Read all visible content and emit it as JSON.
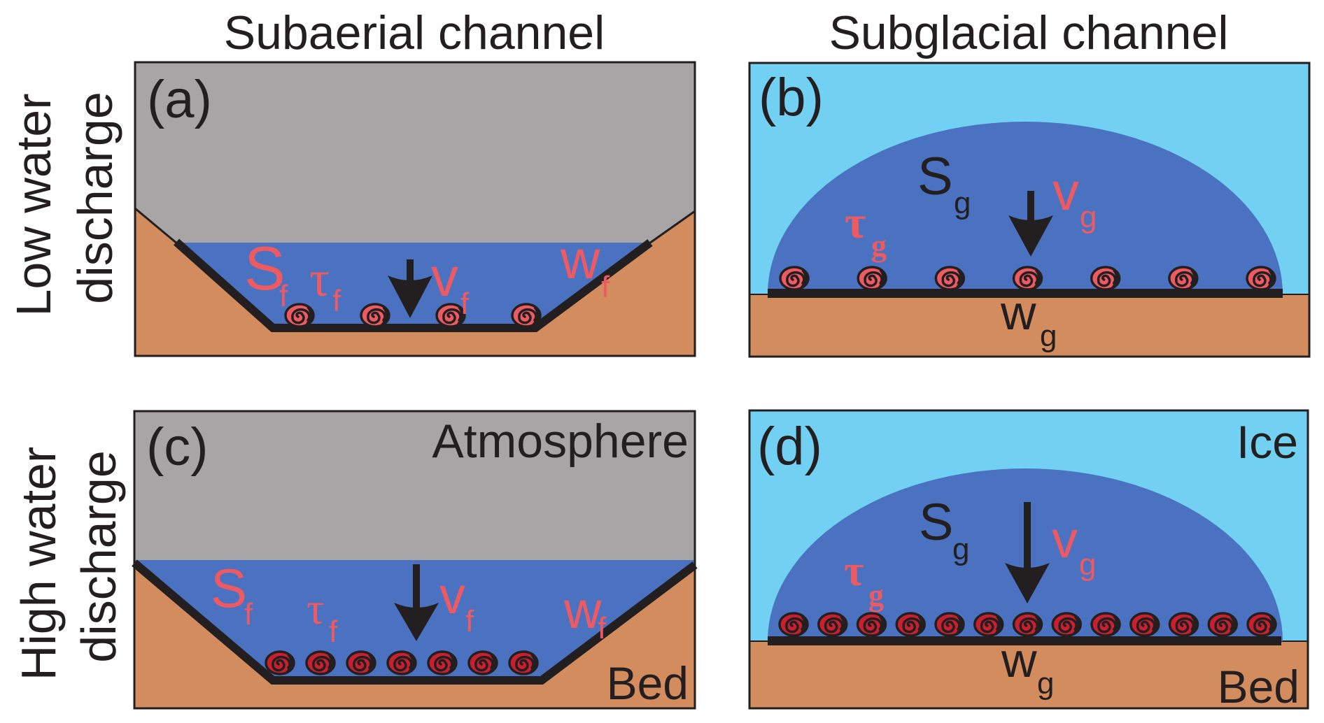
{
  "figure": {
    "column_titles": [
      "Subaerial channel",
      "Subglacial channel"
    ],
    "row_titles": [
      [
        "Low water",
        "discharge"
      ],
      [
        "High water",
        "discharge"
      ]
    ],
    "colors": {
      "atmosphere": "#A7A5A6",
      "water": "#4A72C0",
      "ice": "#72D0F2",
      "bed": "#D38C5E",
      "outline": "#231F20",
      "symbol_red": "#EE5A62",
      "symbol_black": "#231F20",
      "scroll_fill_low": "#EE5A62",
      "scroll_fill_high": "#C8202E"
    },
    "panels": [
      {
        "id": "a",
        "label": "(a)",
        "type": "subaerial",
        "discharge": "low",
        "corner_text": "",
        "bed_text": "",
        "sediment_count": 4,
        "symbols": {
          "S": {
            "main": "S",
            "sub": "f"
          },
          "tau": {
            "main": "τ",
            "sub": "f"
          },
          "v": {
            "main": "v",
            "sub": "f"
          },
          "w": {
            "main": "w",
            "sub": "f"
          }
        }
      },
      {
        "id": "b",
        "label": "(b)",
        "type": "subglacial",
        "discharge": "low",
        "corner_text": "",
        "bed_text": "",
        "sediment_count": 7,
        "symbols": {
          "S": {
            "main": "S",
            "sub": "g"
          },
          "tau": {
            "main": "τ",
            "sub": "g"
          },
          "v": {
            "main": "v",
            "sub": "g"
          },
          "w": {
            "main": "w",
            "sub": "g"
          }
        }
      },
      {
        "id": "c",
        "label": "(c)",
        "type": "subaerial",
        "discharge": "high",
        "corner_text": "Atmosphere",
        "bed_text": "Bed",
        "sediment_count": 7,
        "symbols": {
          "S": {
            "main": "S",
            "sub": "f"
          },
          "tau": {
            "main": "τ",
            "sub": "f"
          },
          "v": {
            "main": "v",
            "sub": "f"
          },
          "w": {
            "main": "w",
            "sub": "f"
          }
        }
      },
      {
        "id": "d",
        "label": "(d)",
        "type": "subglacial",
        "discharge": "high",
        "corner_text": "Ice",
        "bed_text": "Bed",
        "sediment_count": 13,
        "symbols": {
          "S": {
            "main": "S",
            "sub": "g"
          },
          "tau": {
            "main": "τ",
            "sub": "g"
          },
          "v": {
            "main": "v",
            "sub": "g"
          },
          "w": {
            "main": "w",
            "sub": "g"
          }
        }
      }
    ]
  }
}
